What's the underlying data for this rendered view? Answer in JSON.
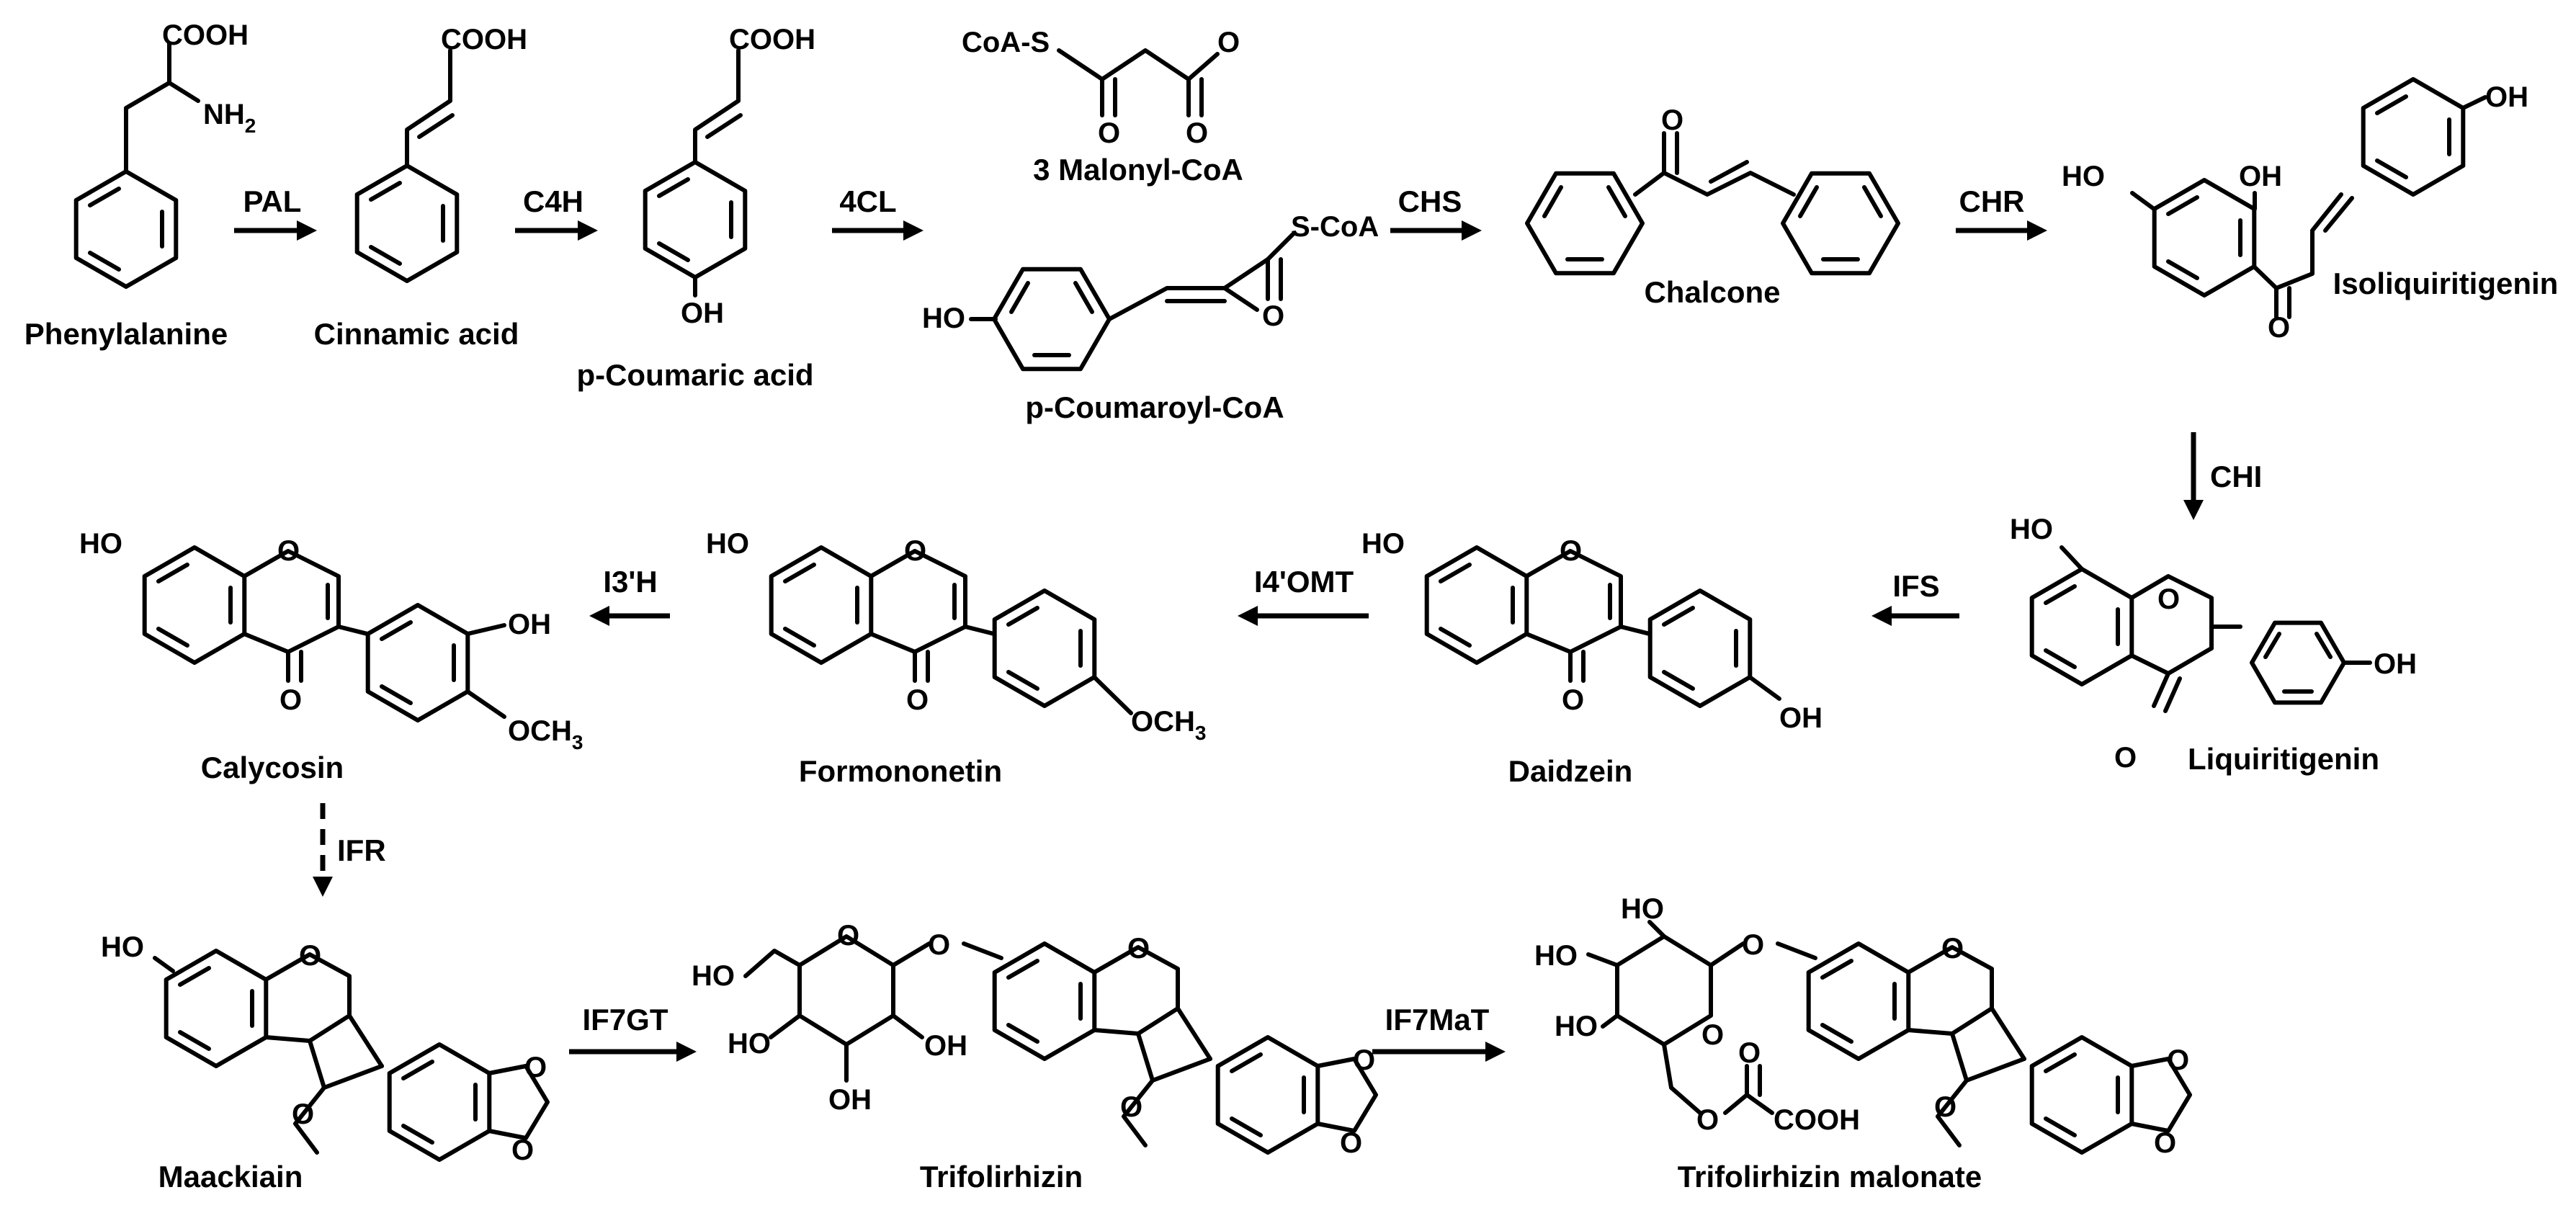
{
  "compounds": {
    "phenylalanine": "Phenylalanine",
    "cinnamic_acid": "Cinnamic acid",
    "p_coumaric_acid": "p-Coumaric acid",
    "malonyl_coa": "3 Malonyl-CoA",
    "p_coumaroyl_coa": "p-Coumaroyl-CoA",
    "chalcone": "Chalcone",
    "isoliquiritigenin": "Isoliquiritigenin",
    "liquiritigenin": "Liquiritigenin",
    "daidzein": "Daidzein",
    "formononetin": "Formononetin",
    "calycosin": "Calycosin",
    "maackiain": "Maackiain",
    "trifolirhizin": "Trifolirhizin",
    "trifolirhizin_malonate": "Trifolirhizin malonate"
  },
  "enzymes": {
    "pal": "PAL",
    "c4h": "C4H",
    "fourcl": "4CL",
    "chs": "CHS",
    "chr": "CHR",
    "chi": "CHI",
    "ifs": "IFS",
    "i4omt": "I4'OMT",
    "i3h": "I3'H",
    "ifr": "IFR",
    "if7gt": "IF7GT",
    "if7mat": "IF7MaT"
  },
  "atoms": {
    "cooh": "COOH",
    "nh": "NH",
    "nh_sub": "2",
    "oh": "OH",
    "ho": "HO",
    "o": "O",
    "coa_s": "CoA-S",
    "s_coa": "S-CoA",
    "och": "OCH",
    "och_sub": "3"
  }
}
